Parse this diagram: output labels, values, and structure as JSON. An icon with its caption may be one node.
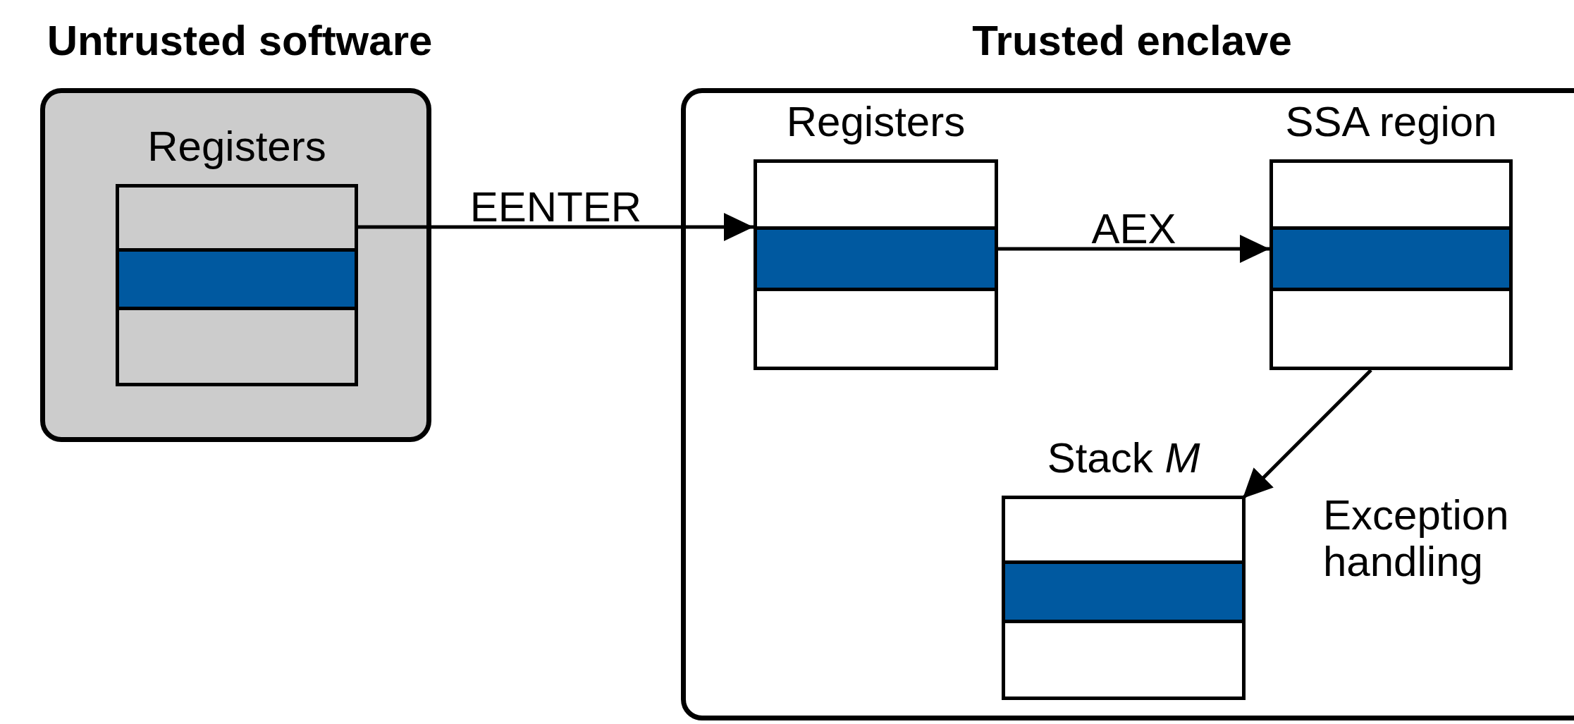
{
  "diagram": {
    "nodes": [
      {
        "text": [
          "Untrusted software"
        ]
      },
      {
        "text": [
          "Registers"
        ],
        "in": 0
      },
      {
        "text": [
          "Trusted enclave"
        ]
      },
      {
        "text": [
          "Registers"
        ],
        "in": 2
      },
      {
        "text": [
          "SSA region"
        ],
        "in": 2
      },
      {
        "text": [
          "Stack *M*"
        ],
        "in": 2
      }
    ],
    "edges": [
      {
        "from": 1,
        "to": 3,
        "arrow": "to",
        "label": "EENTER"
      },
      {
        "from": 3,
        "to": 4,
        "arrow": "to",
        "label": "AEX"
      },
      {
        "from": 4,
        "to": 5,
        "arrow": "to",
        "label": "Exception handling"
      }
    ]
  }
}
